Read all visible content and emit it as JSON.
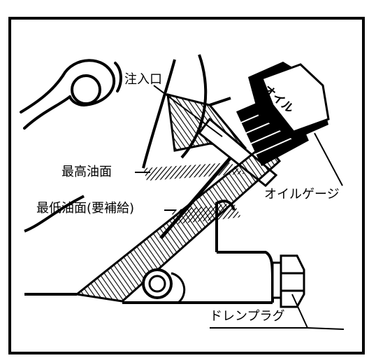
{
  "diagram": {
    "labels": {
      "filler_port": "注入口",
      "max_level": "最高油面",
      "min_level": "最低油面(要補給)",
      "oil_gauge": "オイルゲージ",
      "drain_plug": "ドレンプラグ",
      "cap_text": "オイル"
    },
    "colors": {
      "ink": "#000000",
      "paper": "#ffffff"
    }
  }
}
